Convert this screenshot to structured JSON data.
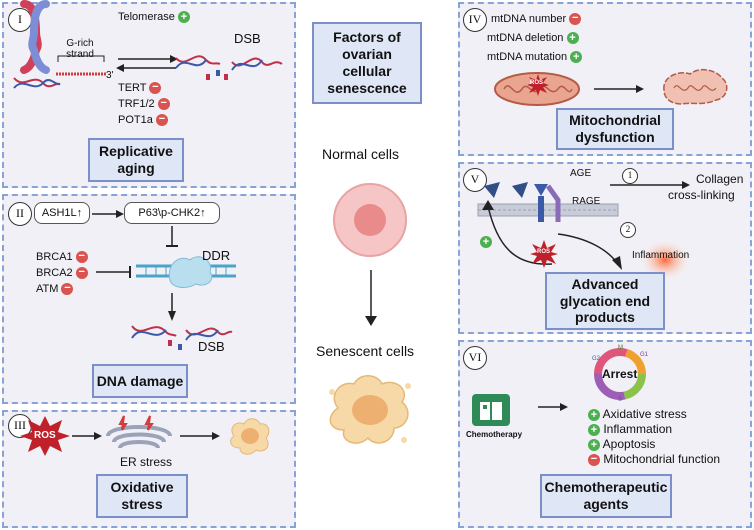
{
  "center": {
    "title_lines": [
      "Factors of",
      "ovarian",
      "cellular",
      "senescence"
    ],
    "normal_cells": "Normal cells",
    "senescent_cells": "Senescent cells"
  },
  "panel1": {
    "badge": "I",
    "g_rich": "G-rich strand",
    "three_prime": "3'",
    "telomerase": "Telomerase",
    "dsb": "DSB",
    "tert": "TERT",
    "trf": "TRF1/2",
    "pot": "POT1a",
    "title_lines": [
      "Replicative",
      "aging"
    ]
  },
  "panel2": {
    "badge": "II",
    "ash": "ASH1L↑",
    "p63": "P63\\p-CHK2↑",
    "brca1": "BRCA1",
    "brca2": "BRCA2",
    "atm": "ATM",
    "ddr": "DDR",
    "dsb": "DSB",
    "title": "DNA damage"
  },
  "panel3": {
    "badge": "III",
    "ros": "ROS",
    "er": "ER stress",
    "title_lines": [
      "Oxidative",
      "stress"
    ]
  },
  "panel4": {
    "badge": "IV",
    "items": [
      {
        "label": "mtDNA number",
        "sign": "minus"
      },
      {
        "label": "mtDNA deletion",
        "sign": "plus"
      },
      {
        "label": "mtDNA mutation",
        "sign": "plus"
      }
    ],
    "ros": "ROS",
    "title_lines": [
      "Mitochondrial",
      "dysfunction"
    ]
  },
  "panel5": {
    "badge": "V",
    "age": "AGE",
    "rage": "RAGE",
    "step1": "1",
    "step2": "2",
    "collagen_lines": [
      "Collagen",
      "cross-linking"
    ],
    "inflammation": "Inflammation",
    "ros": "ROS",
    "title_lines": [
      "Advanced",
      "glycation end",
      "products"
    ]
  },
  "panel6": {
    "badge": "VI",
    "chemo": "Chemotherapy",
    "arrest": "Arrest",
    "phases": [
      "M",
      "G1",
      "S",
      "G2"
    ],
    "effects": [
      {
        "label": "Axidative stress",
        "sign": "plus"
      },
      {
        "label": "Inflammation",
        "sign": "plus"
      },
      {
        "label": "Apoptosis",
        "sign": "plus"
      },
      {
        "label": "Mitochondrial function",
        "sign": "minus"
      }
    ],
    "title_lines": [
      "Chemotherapeutic",
      "agents"
    ]
  },
  "colors": {
    "panel_bg": "#f1f0f7",
    "panel_border": "#8aa3d6",
    "title_box": "#dfe6f6",
    "plus": "#4caf50",
    "minus": "#d9534f",
    "ros": "#c0202a"
  }
}
